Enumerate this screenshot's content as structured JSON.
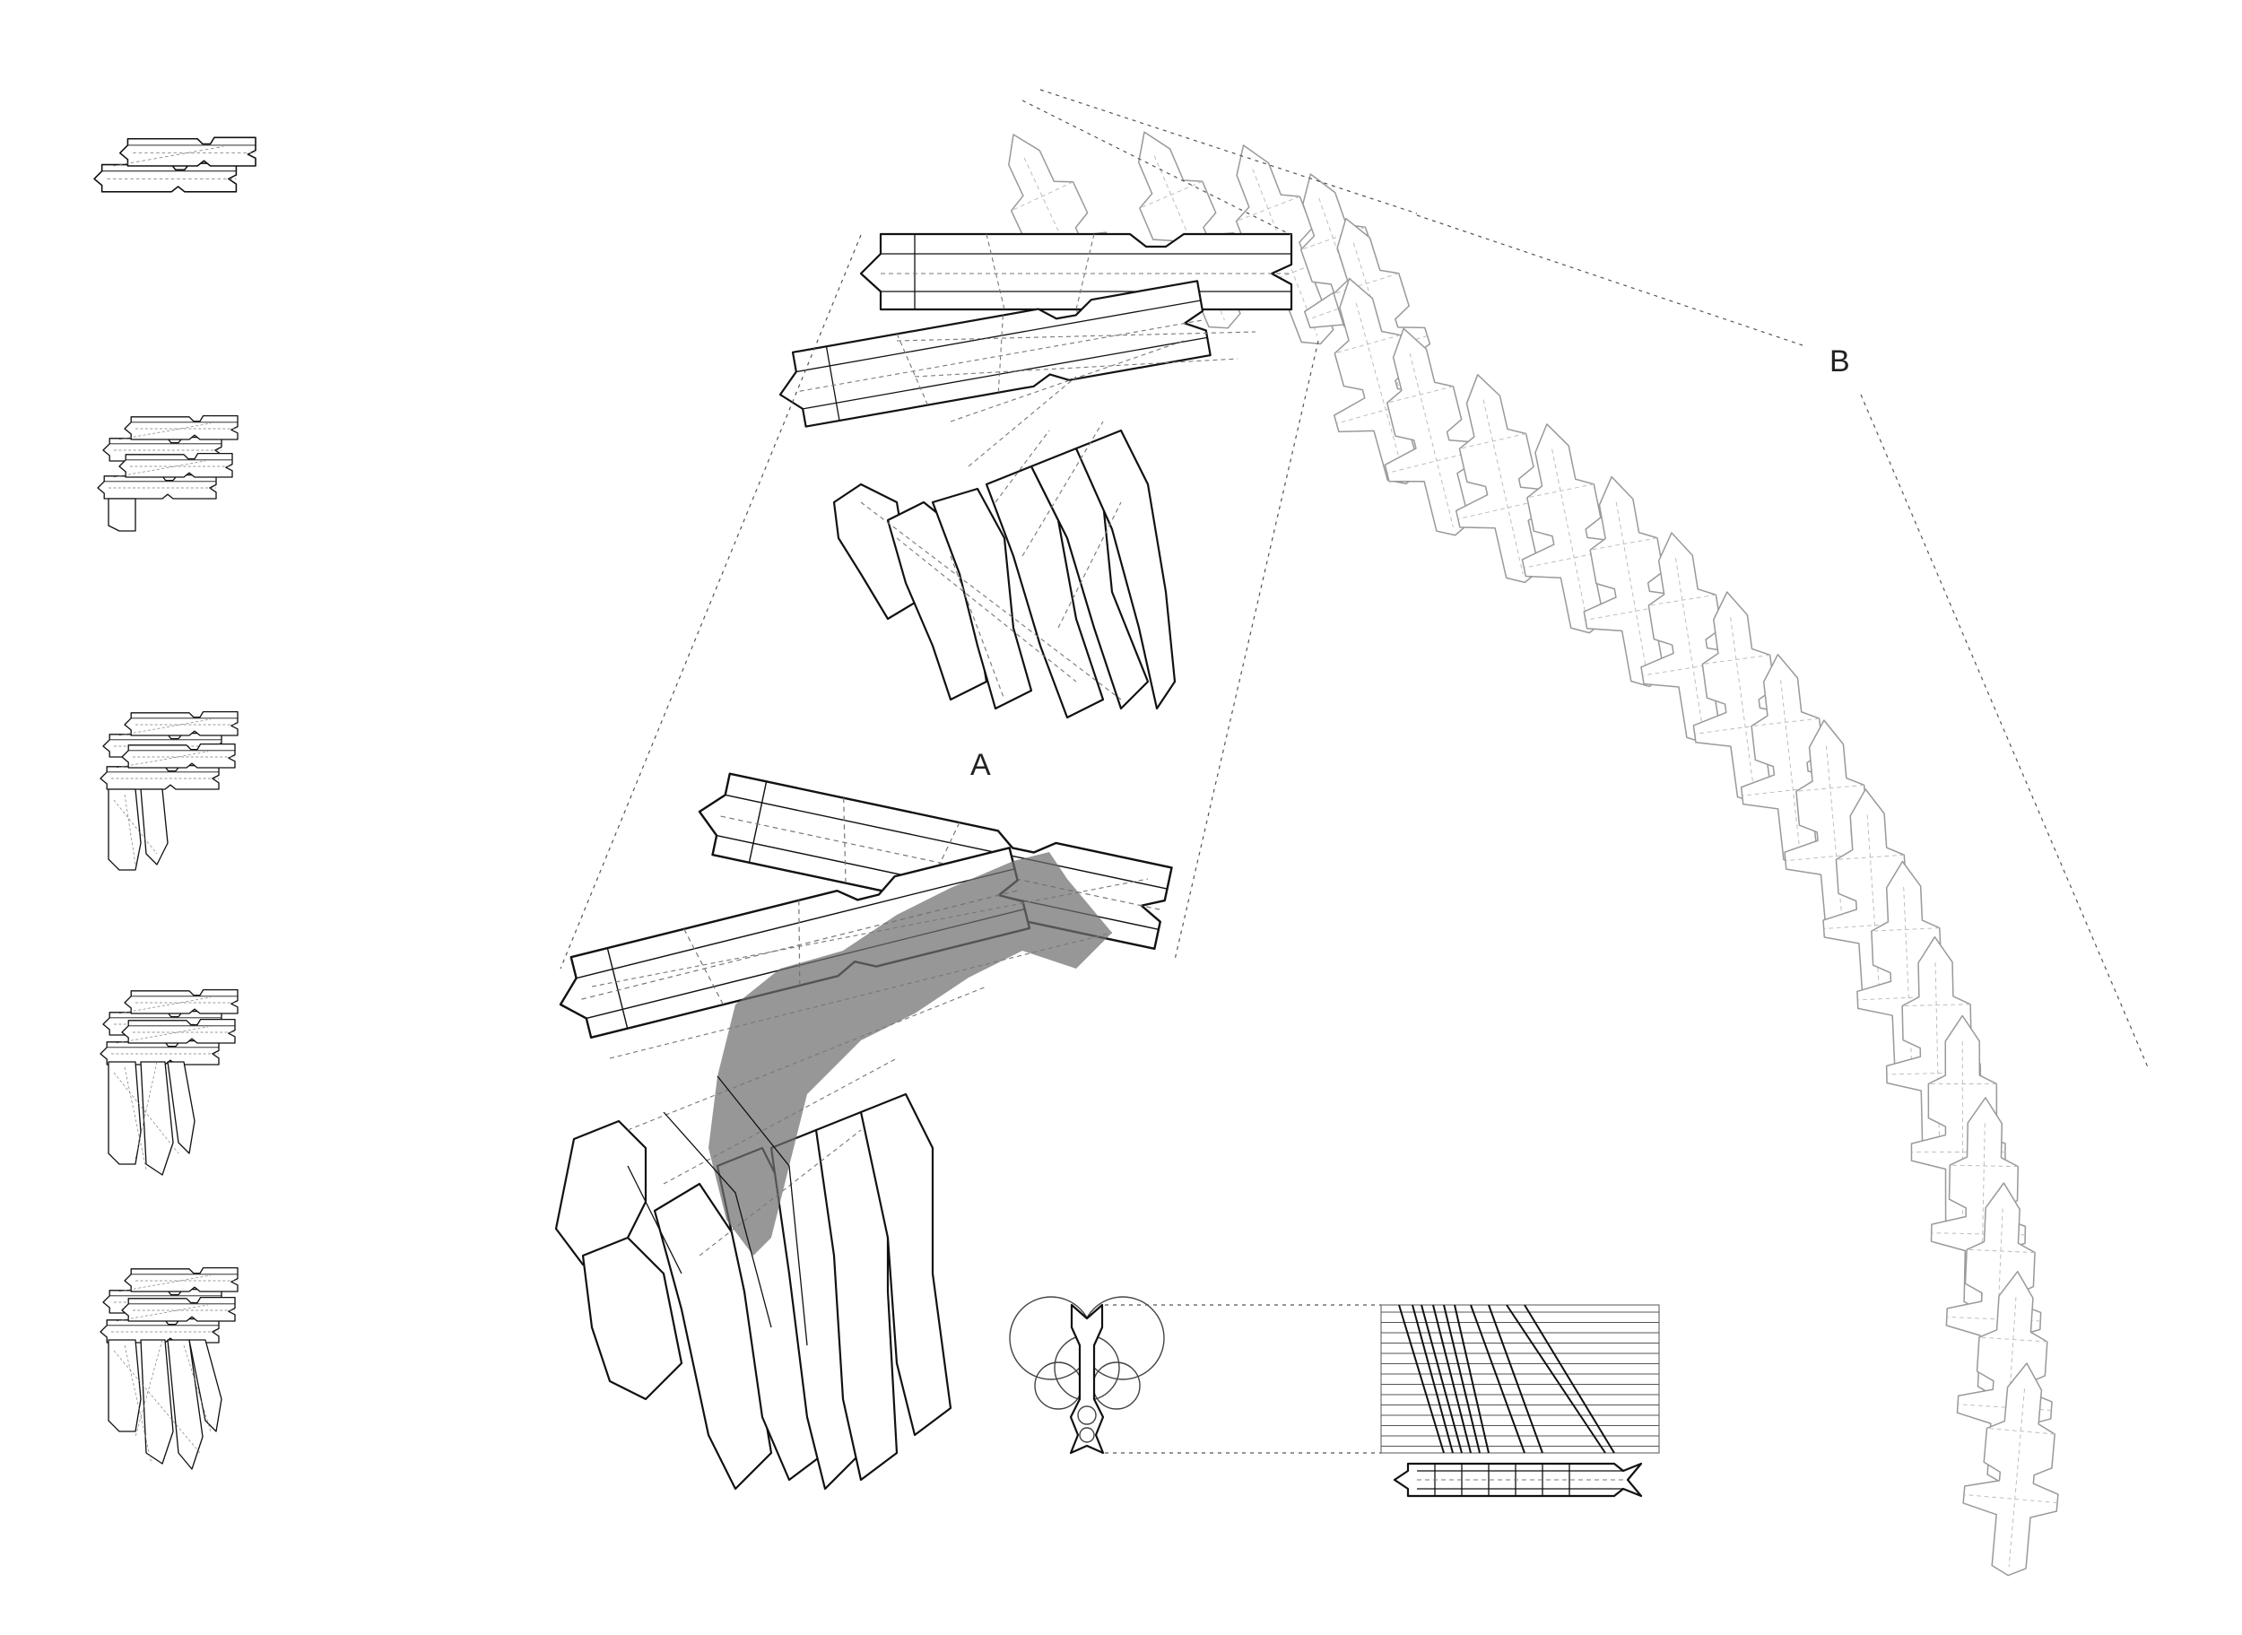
{
  "labels": {
    "detail_a": "A",
    "detail_b": "B"
  },
  "colors": {
    "ink": "#111111",
    "ghost": "#9a9a9a",
    "shade": "#6f6f6f",
    "background": "#ffffff"
  },
  "thumbnail_count": 5,
  "ghost_module_count": 22
}
